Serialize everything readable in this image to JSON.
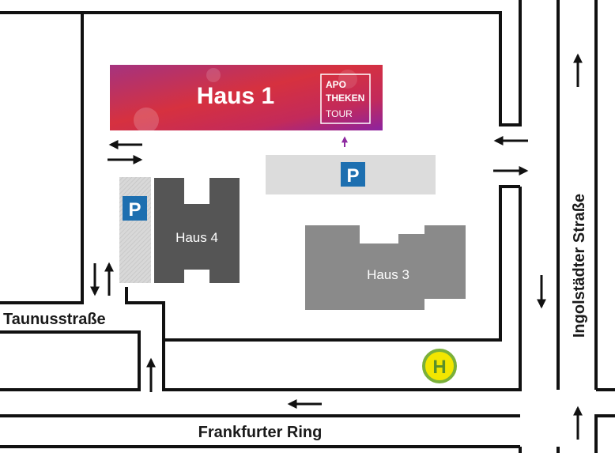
{
  "buildings": {
    "haus1": {
      "label": "Haus 1",
      "logo_lines": [
        "APO",
        "THEKEN",
        "TOUR"
      ]
    },
    "haus3": {
      "label": "Haus 3"
    },
    "haus4": {
      "label": "Haus 4"
    }
  },
  "parking": [
    {
      "label": "P"
    },
    {
      "label": "P"
    }
  ],
  "bus_stop": {
    "label": "H"
  },
  "streets": {
    "taunusstrasse": "Taunusstraße",
    "frankfurter_ring": "Frankfurter Ring",
    "ingolstaedter_strasse": "Ingolstädter Straße"
  },
  "colors": {
    "road_outline": "#111111",
    "parking_blue": "#1d6fb0",
    "parking_area": "#dcdcdc",
    "haus3": "#8a8a8a",
    "haus4": "#555555",
    "bus_stop_fill": "#f2e600",
    "bus_stop_ring": "#7ab03a",
    "entrance_arrow": "#8e2aa0"
  }
}
